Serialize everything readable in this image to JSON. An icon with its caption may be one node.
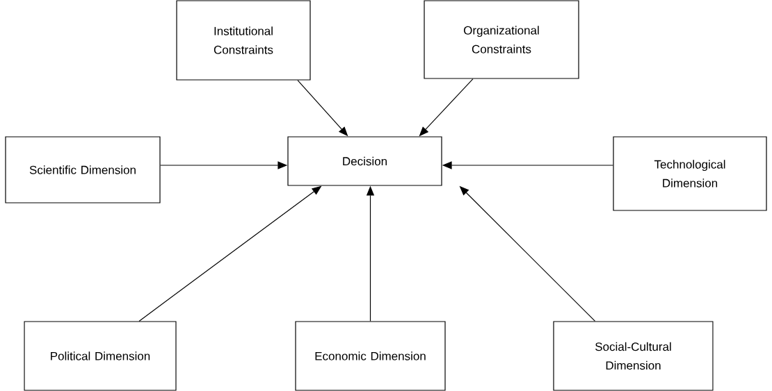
{
  "diagram": {
    "nodes": [
      {
        "text": [
          "Institutional Constraints"
        ]
      },
      {
        "text": [
          "Organizational Constraints"
        ]
      },
      {
        "text": [
          "Scientific Dimension"
        ]
      },
      {
        "text": [
          "Decision"
        ]
      },
      {
        "text": [
          "Technological Dimension"
        ]
      },
      {
        "text": [
          "Political Dimension"
        ]
      },
      {
        "text": [
          "Economic Dimension"
        ]
      },
      {
        "text": [
          "Social-Cultural Dimension"
        ]
      }
    ],
    "edges": [
      {
        "from": 0,
        "to": 3,
        "arrow": "to"
      },
      {
        "from": 1,
        "to": 3,
        "arrow": "to"
      },
      {
        "from": 2,
        "to": 3,
        "arrow": "to"
      },
      {
        "from": 4,
        "to": 3,
        "arrow": "to"
      },
      {
        "from": 5,
        "to": 3,
        "arrow": "to"
      },
      {
        "from": 6,
        "to": 3,
        "arrow": "to"
      },
      {
        "from": 7,
        "to": 3,
        "arrow": "to"
      }
    ]
  }
}
